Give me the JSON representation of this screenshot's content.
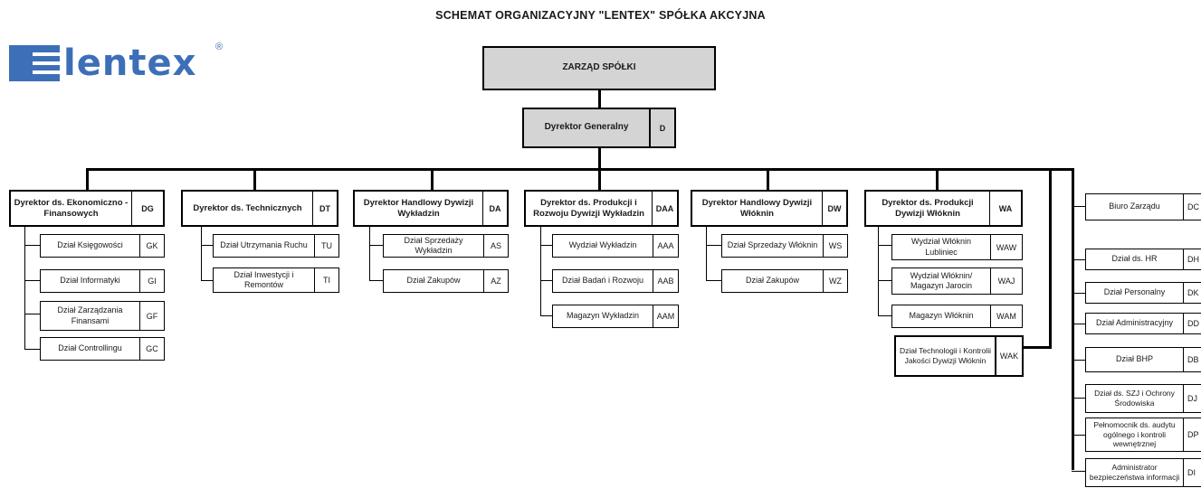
{
  "title": "SCHEMAT ORGANIZACYJNY \"LENTEX\" SPÓŁKA AKCYJNA",
  "logo": {
    "text": "lentex",
    "reg": "®",
    "color": "#3d6fb8"
  },
  "board": {
    "label": "ZARZĄD SPÓŁKI"
  },
  "general": {
    "label": "Dyrektor Generalny",
    "code": "D"
  },
  "directors": [
    {
      "label": "Dyrektor ds. Ekonomiczno - Finansowych",
      "code": "DG",
      "units": [
        {
          "label": "Dział Księgowości",
          "code": "GK"
        },
        {
          "label": "Dział Informatyki",
          "code": "GI"
        },
        {
          "label": "Dział Zarządzania Finansami",
          "code": "GF"
        },
        {
          "label": "Dział Controllingu",
          "code": "GC"
        }
      ]
    },
    {
      "label": "Dyrektor ds. Technicznych",
      "code": "DT",
      "units": [
        {
          "label": "Dział Utrzymania Ruchu",
          "code": "TU"
        },
        {
          "label": "Dział Inwestycji i Remontów",
          "code": "TI"
        }
      ]
    },
    {
      "label": "Dyrektor Handlowy Dywizji Wykładzin",
      "code": "DA",
      "units": [
        {
          "label": "Dział Sprzedaży Wykładzin",
          "code": "AS"
        },
        {
          "label": "Dział Zakupów",
          "code": "AZ"
        }
      ]
    },
    {
      "label": "Dyrektor ds. Produkcji i Rozwoju Dywizji Wykładzin",
      "code": "DAA",
      "units": [
        {
          "label": "Wydział Wykładzin",
          "code": "AAA"
        },
        {
          "label": "Dział Badań i Rozwoju",
          "code": "AAB"
        },
        {
          "label": "Magazyn Wykładzin",
          "code": "AAM"
        }
      ]
    },
    {
      "label": "Dyrektor Handlowy Dywizji Włóknin",
      "code": "DW",
      "units": [
        {
          "label": "Dział Sprzedaży Włóknin",
          "code": "WS"
        },
        {
          "label": "Dział Zakupów",
          "code": "WZ"
        }
      ]
    },
    {
      "label": "Dyrektor ds. Produkcji Dywizji Włóknin",
      "code": "WA",
      "units": [
        {
          "label": "Wydział Włóknin Lubliniec",
          "code": "WAW"
        },
        {
          "label": "Wydział Włóknin/ Magazyn Jarocin",
          "code": "WAJ"
        },
        {
          "label": "Magazyn Włóknin",
          "code": "WAM"
        }
      ]
    }
  ],
  "wak": {
    "label": "Dział Technologii i Kontrolii Jakości Dywizji Włóknin",
    "code": "WAK"
  },
  "staff": [
    {
      "label": "Biuro Zarządu",
      "code": "DC"
    },
    {
      "label": "Dział ds. HR",
      "code": "DH"
    },
    {
      "label": "Dział Personalny",
      "code": "DK"
    },
    {
      "label": "Dział Administracyjny",
      "code": "DD"
    },
    {
      "label": "Dział BHP",
      "code": "DB"
    },
    {
      "label": "Dział ds. SZJ i Ochrony Środowiska",
      "code": "DJ"
    },
    {
      "label": "Pełnomocnik ds. audytu ogólnego i kontroli wewnętrznej",
      "code": "DP"
    },
    {
      "label": "Administrator bezpieczeństwa informacji",
      "code": "DI"
    }
  ]
}
